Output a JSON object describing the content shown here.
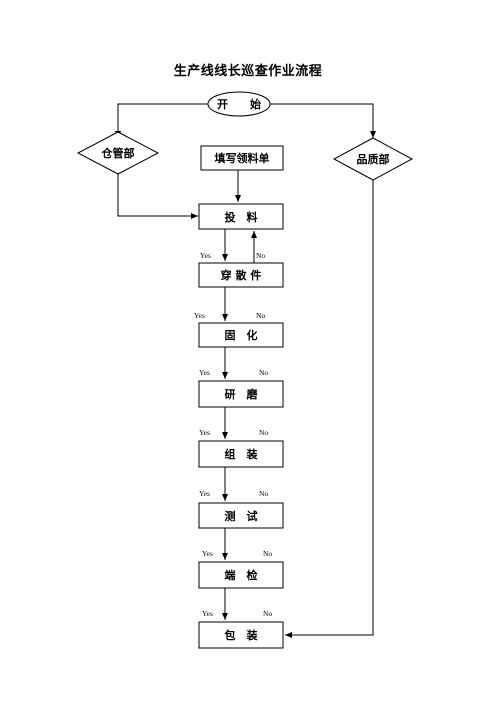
{
  "title": "生产线线长巡查作业流程",
  "nodes": {
    "start": "开　　始",
    "warehouse": "仓管部",
    "quality": "品质部",
    "requisition": "填写领料单",
    "feeding": "投　料",
    "threading": "穿 散 件",
    "curing": "固　化",
    "grinding": "研　磨",
    "assembly": "组　装",
    "testing": "测　试",
    "end_inspection": "端　检",
    "packing": "包　装"
  },
  "branch_labels": {
    "yes": "Yes",
    "no": "No"
  }
}
